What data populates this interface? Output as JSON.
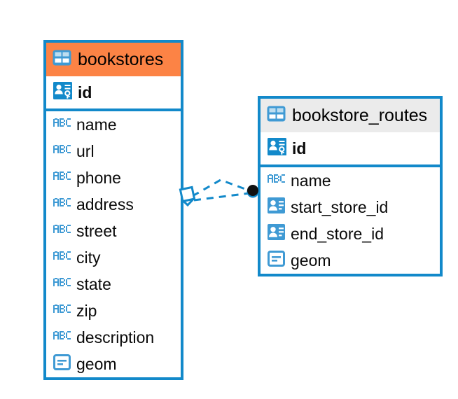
{
  "diagram": {
    "type": "entity-relationship-diagram",
    "background": "#ffffff",
    "accent_color": "#1289ca",
    "highlight_color": "#fc8345",
    "neutral_header_color": "#ebebeb",
    "entities": [
      {
        "name": "bookstores",
        "header_style": "accent",
        "icon": "table-icon",
        "primary_key": {
          "label": "id",
          "icon": "primary-key-icon"
        },
        "fields": [
          {
            "label": "name",
            "icon": "text-abc-icon"
          },
          {
            "label": "url",
            "icon": "text-abc-icon"
          },
          {
            "label": "phone",
            "icon": "text-abc-icon"
          },
          {
            "label": "address",
            "icon": "text-abc-icon"
          },
          {
            "label": "street",
            "icon": "text-abc-icon"
          },
          {
            "label": "city",
            "icon": "text-abc-icon"
          },
          {
            "label": "state",
            "icon": "text-abc-icon"
          },
          {
            "label": "zip",
            "icon": "text-abc-icon"
          },
          {
            "label": "description",
            "icon": "text-abc-icon"
          },
          {
            "label": "geom",
            "icon": "geometry-icon"
          }
        ]
      },
      {
        "name": "bookstore_routes",
        "header_style": "neutral",
        "icon": "table-icon",
        "primary_key": {
          "label": "id",
          "icon": "primary-key-icon"
        },
        "fields": [
          {
            "label": "name",
            "icon": "text-abc-icon"
          },
          {
            "label": "start_store_id",
            "icon": "foreign-key-icon"
          },
          {
            "label": "end_store_id",
            "icon": "foreign-key-icon"
          },
          {
            "label": "geom",
            "icon": "geometry-icon"
          }
        ]
      }
    ],
    "relationship": {
      "from": "bookstores",
      "to": "bookstore_routes",
      "line_style": "dashed",
      "line_color": "#1289ca",
      "source_marker": "diamond-outline",
      "target_marker": "filled-circle"
    }
  }
}
